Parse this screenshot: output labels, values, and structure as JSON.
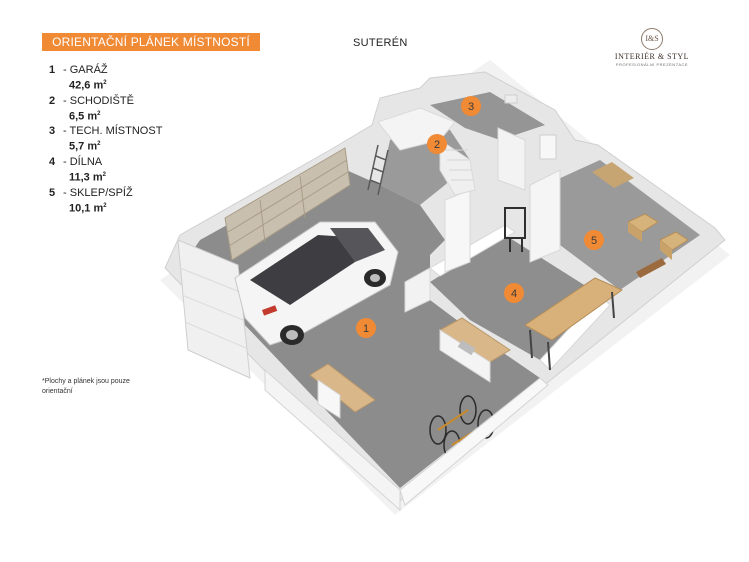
{
  "header": {
    "title": "ORIENTAČNÍ PLÁNEK MÍSTNOSTÍ",
    "floor": "SUTERÉN"
  },
  "logo": {
    "initials": "I&S",
    "name": "INTERIÉR & STYL",
    "tagline": "PROFESIONÁLNÍ PREZENTACE"
  },
  "rooms": [
    {
      "number": "1",
      "name": "GARÁŽ",
      "area": "42,6 m"
    },
    {
      "number": "2",
      "name": "SCHODIŠTĚ",
      "area": "6,5 m"
    },
    {
      "number": "3",
      "name": "TECH. MÍSTNOST",
      "area": "5,7 m"
    },
    {
      "number": "4",
      "name": "DÍLNA",
      "area": "11,3 m"
    },
    {
      "number": "5",
      "name": "SKLEP/SPÍŽ",
      "area": "10,1 m"
    }
  ],
  "area_unit_exponent": "2",
  "note": "*Plochy  a plánek jsou pouze orientační",
  "colors": {
    "accent": "#f08a34",
    "floor": "#8f8f8f",
    "wall": "#ececec"
  }
}
